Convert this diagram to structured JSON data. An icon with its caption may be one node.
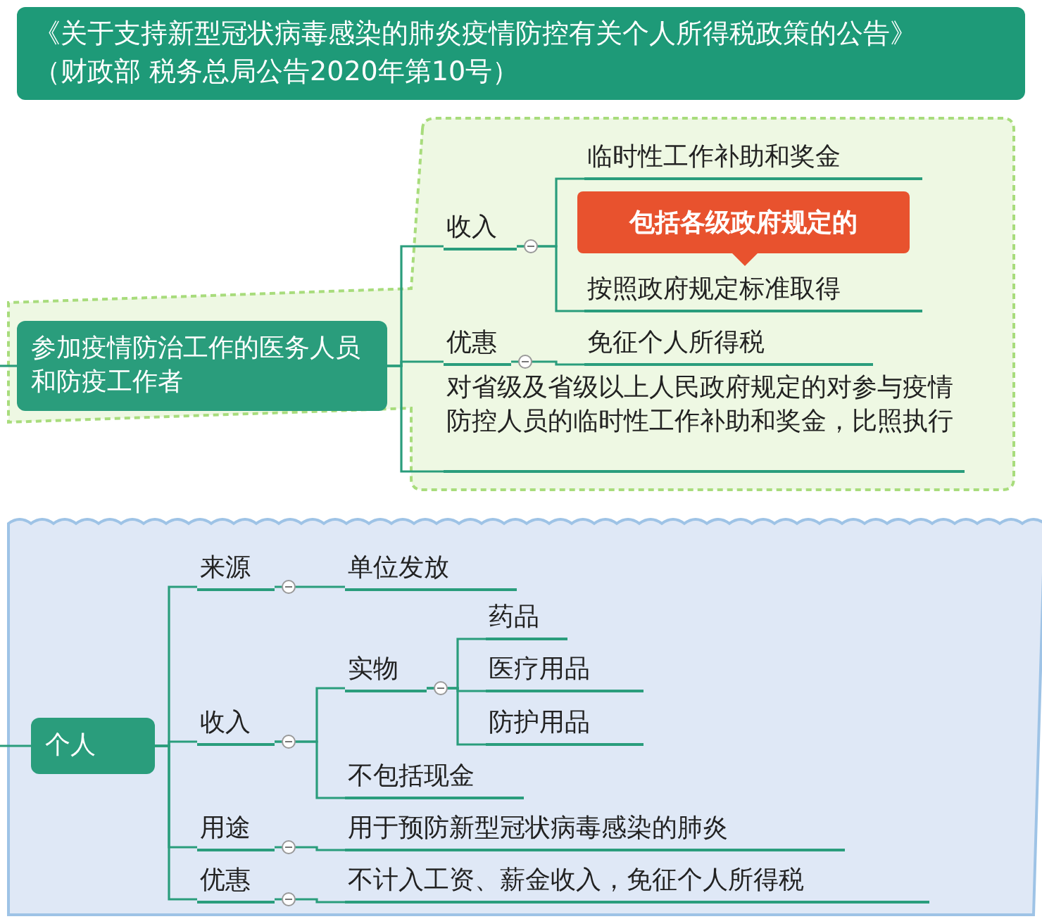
{
  "diagram": {
    "title": "《关于支持新型冠状病毒感染的肺炎疫情防控有关个人所得税政策的公告》（财政部 税务总局公告2020年第10号）",
    "nodes": [
      {
        "text": [
          "参加疫情防治工作的医务人员和防疫工作者"
        ]
      },
      {
        "text": [
          "收入"
        ]
      },
      {
        "text": [
          "临时性工作补助和奖金"
        ]
      },
      {
        "text": [
          "包括各级政府规定的"
        ]
      },
      {
        "text": [
          "按照政府规定标准取得"
        ]
      },
      {
        "text": [
          "优惠"
        ]
      },
      {
        "text": [
          "免征个人所得税"
        ]
      },
      {
        "text": [
          "对省级及省级以上人民政府规定的对参与疫情防控人员的临时性工作补助和奖金，比照执行"
        ]
      },
      {
        "text": [
          "个人"
        ]
      },
      {
        "text": [
          "来源"
        ]
      },
      {
        "text": [
          "单位发放"
        ]
      },
      {
        "text": [
          "收入"
        ]
      },
      {
        "text": [
          "实物"
        ]
      },
      {
        "text": [
          "药品"
        ]
      },
      {
        "text": [
          "医疗用品"
        ]
      },
      {
        "text": [
          "防护用品"
        ]
      },
      {
        "text": [
          "不包括现金"
        ]
      },
      {
        "text": [
          "用途"
        ]
      },
      {
        "text": [
          "用于预防新型冠状病毒感染的肺炎"
        ]
      },
      {
        "text": [
          "优惠"
        ]
      },
      {
        "text": [
          "不计入工资、薪金收入，免征个人所得税"
        ]
      }
    ],
    "edges": [
      {
        "from": null,
        "to": 0,
        "arrow": "none"
      },
      {
        "from": 0,
        "to": 1,
        "arrow": "none"
      },
      {
        "from": 0,
        "to": 5,
        "arrow": "none"
      },
      {
        "from": 0,
        "to": 7,
        "arrow": "none"
      },
      {
        "from": 1,
        "to": 2,
        "arrow": "none"
      },
      {
        "from": 1,
        "to": 4,
        "arrow": "none"
      },
      {
        "from": 5,
        "to": 6,
        "arrow": "none"
      },
      {
        "from": null,
        "to": 8,
        "arrow": "none"
      },
      {
        "from": 8,
        "to": 9,
        "arrow": "none"
      },
      {
        "from": 8,
        "to": 11,
        "arrow": "none"
      },
      {
        "from": 8,
        "to": 17,
        "arrow": "none"
      },
      {
        "from": 8,
        "to": 19,
        "arrow": "none"
      },
      {
        "from": 9,
        "to": 10,
        "arrow": "none"
      },
      {
        "from": 11,
        "to": 12,
        "arrow": "none"
      },
      {
        "from": 11,
        "to": 16,
        "arrow": "none"
      },
      {
        "from": 12,
        "to": 13,
        "arrow": "none"
      },
      {
        "from": 12,
        "to": 14,
        "arrow": "none"
      },
      {
        "from": 12,
        "to": 15,
        "arrow": "none"
      },
      {
        "from": 17,
        "to": 18,
        "arrow": "none"
      },
      {
        "from": 19,
        "to": 20,
        "arrow": "none"
      }
    ]
  }
}
